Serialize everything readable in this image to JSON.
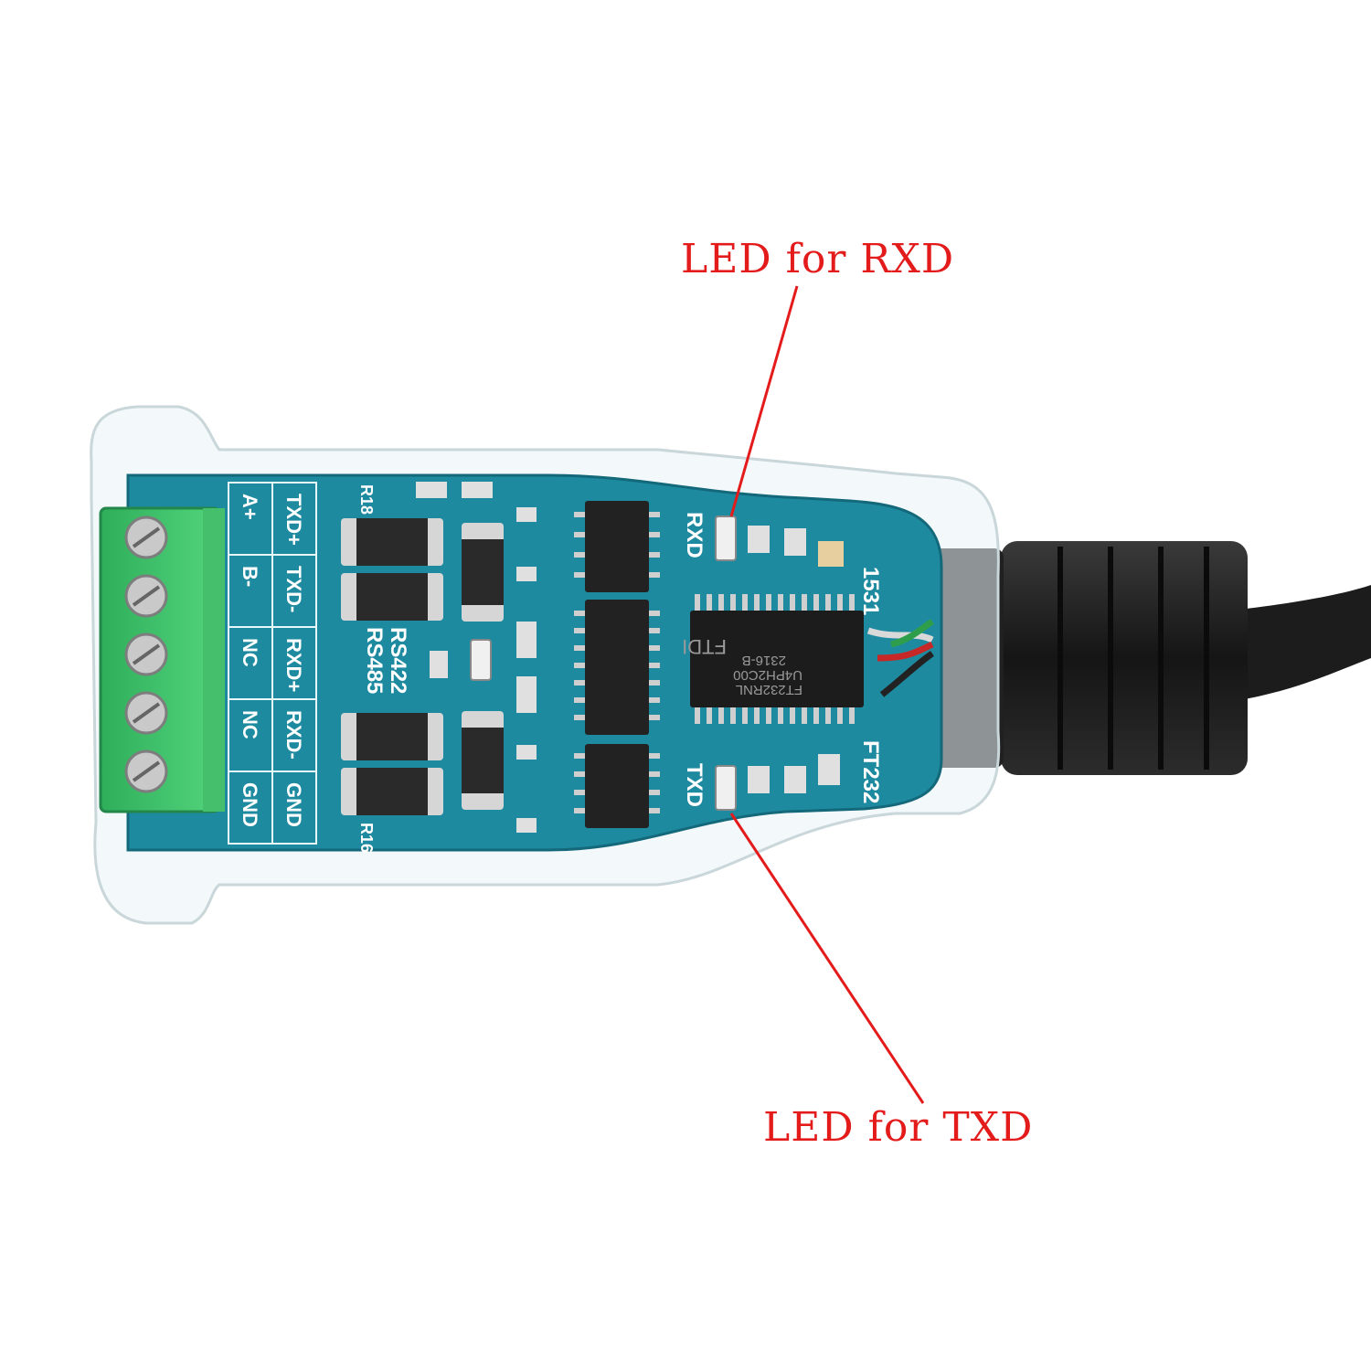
{
  "callouts": {
    "rxd_led": "LED for RXD",
    "txd_led": "LED for TXD"
  },
  "board": {
    "terminal_labels_a": [
      "A+",
      "B-",
      "NC",
      "NC",
      "GND"
    ],
    "terminal_labels_b": [
      "TXD+",
      "TXD-",
      "RXD+",
      "RXD-",
      "GND"
    ],
    "mode_label_1": "RS422",
    "mode_label_2": "RS485",
    "rxd_silkscreen": "RXD",
    "txd_silkscreen": "TXD",
    "chip_lines": [
      "FTDI",
      "2316-B",
      "U4PH2C00",
      "FT232RNL"
    ],
    "edge_text_top": "1531",
    "edge_text_bottom": "FT232",
    "resistor_ref_top": "R18",
    "resistor_ref_bottom": "R16"
  },
  "colors": {
    "pcb": "#1e8aa0",
    "terminal_block": "#3fc46a",
    "callout": "#e31b1b",
    "cable": "#1a1a1a"
  }
}
